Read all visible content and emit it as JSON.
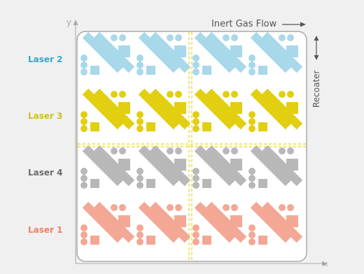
{
  "title": "Inert Gas Flow",
  "recoater_label": "Recoater",
  "axis": {
    "x": "x",
    "y": "y"
  },
  "lasers": [
    {
      "label": "Laser 2",
      "color": "#a8d8ea",
      "label_color": "#3aa6c8"
    },
    {
      "label": "Laser 3",
      "color": "#e2cf12",
      "label_color": "#cdbf25"
    },
    {
      "label": "Laser 4",
      "color": "#b8b8b8",
      "label_color": "#6b6b6b"
    },
    {
      "label": "Laser 1",
      "color": "#f2a894",
      "label_color": "#ee7f64"
    }
  ],
  "colors": {
    "frame_bg": "#f0f0f0",
    "plate": "#ffffff",
    "plate_border": "#a8a8a8",
    "divider": "#e6cf2a",
    "text": "#555555",
    "axis": "#aaaaaa"
  }
}
